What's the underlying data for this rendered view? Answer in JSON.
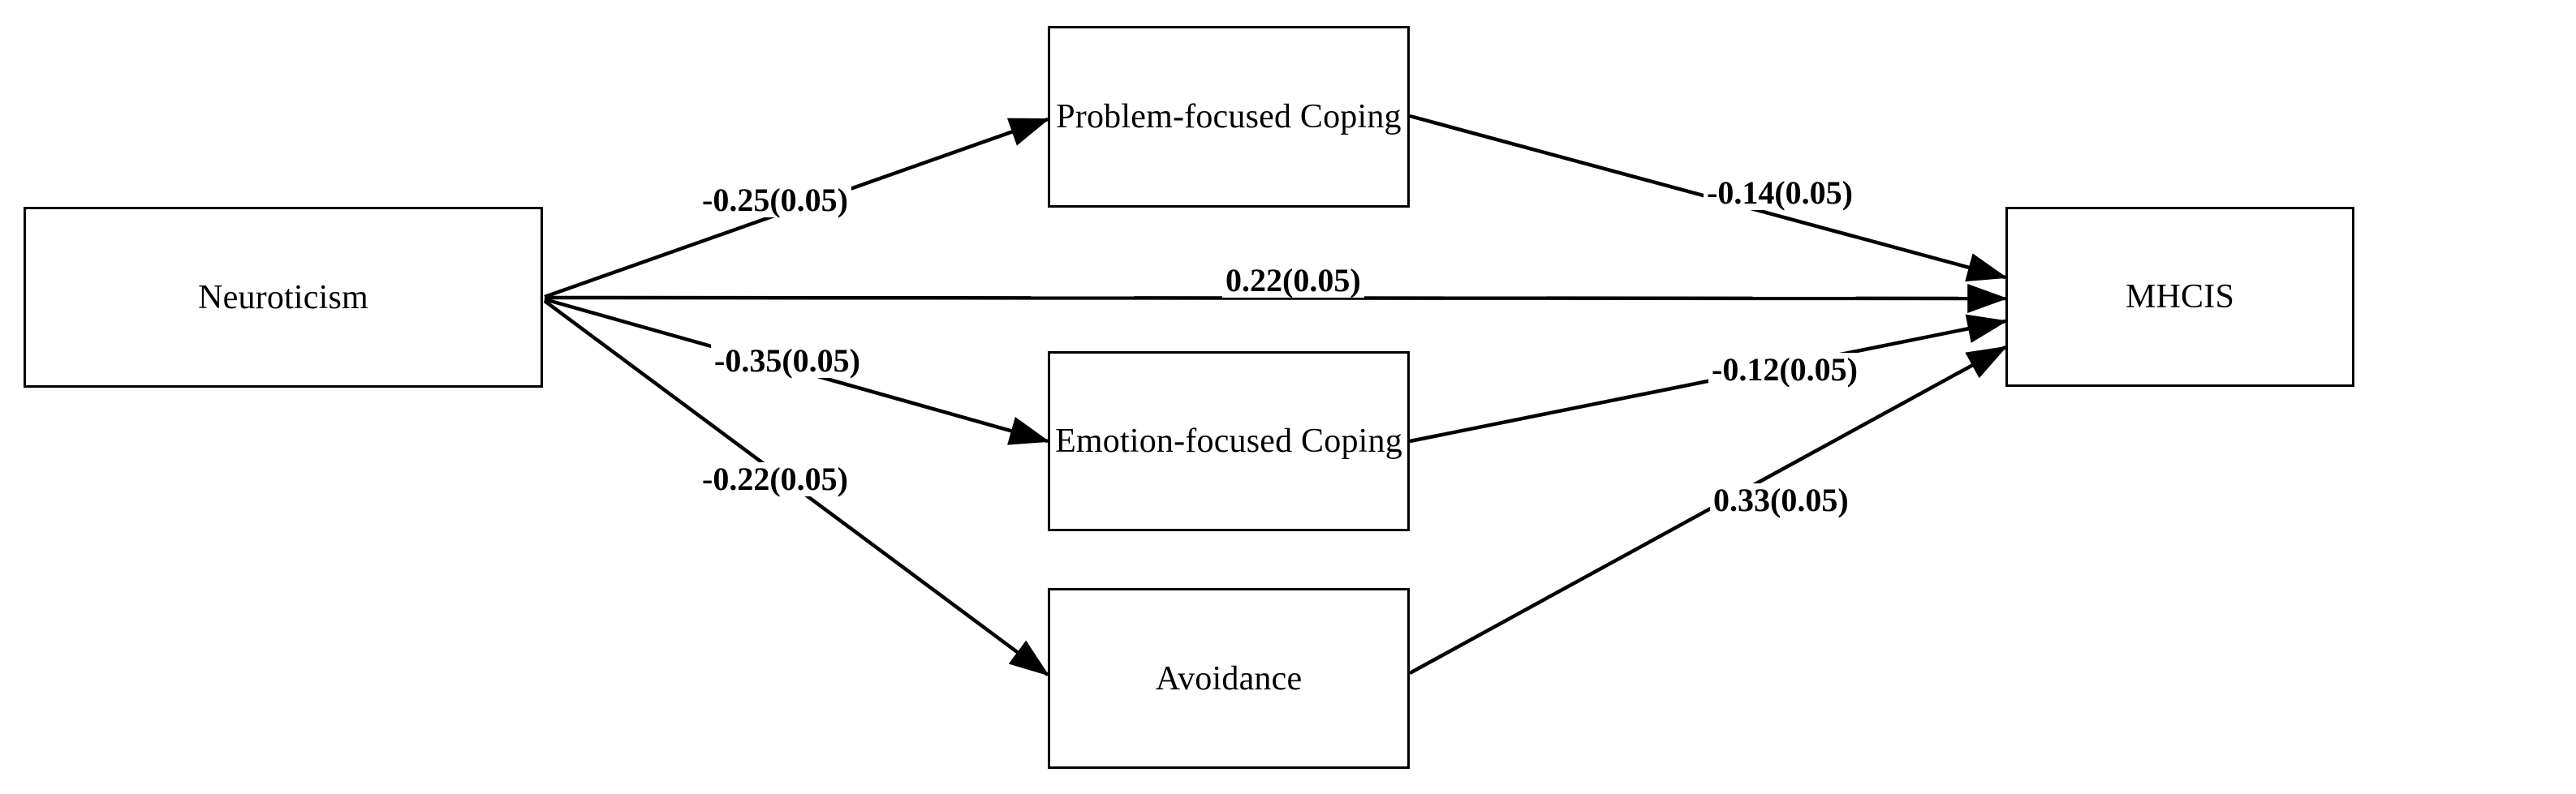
{
  "figure": {
    "type": "path-diagram",
    "title": "",
    "background_color": "#ffffff",
    "line_color": "#000000",
    "text_color": "#000000"
  },
  "nodes": [
    {
      "id": "neuroticism",
      "label": "Neuroticism",
      "role": "predictor"
    },
    {
      "id": "problem_focused_coping",
      "label": "Problem-focused Coping",
      "role": "mediator"
    },
    {
      "id": "emotion_focused_coping",
      "label": "Emotion-focused Coping",
      "role": "mediator"
    },
    {
      "id": "avoidance",
      "label": "Avoidance",
      "role": "mediator"
    },
    {
      "id": "mhcis",
      "label": "MHCIS",
      "role": "outcome"
    }
  ],
  "edges": [
    {
      "id": "n-to-pfc",
      "from": "neuroticism",
      "to": "problem_focused_coping",
      "label": "-0.25(0.05)",
      "estimate": -0.25,
      "se": 0.05
    },
    {
      "id": "n-to-efc",
      "from": "neuroticism",
      "to": "emotion_focused_coping",
      "label": "-0.35(0.05)",
      "estimate": -0.35,
      "se": 0.05
    },
    {
      "id": "n-to-avo",
      "from": "neuroticism",
      "to": "avoidance",
      "label": "-0.22(0.05)",
      "estimate": -0.22,
      "se": 0.05
    },
    {
      "id": "n-to-mhcis",
      "from": "neuroticism",
      "to": "mhcis",
      "label": "0.22(0.05)",
      "estimate": 0.22,
      "se": 0.05
    },
    {
      "id": "pfc-to-mhcis",
      "from": "problem_focused_coping",
      "to": "mhcis",
      "label": "-0.14(0.05)",
      "estimate": -0.14,
      "se": 0.05
    },
    {
      "id": "efc-to-mhcis",
      "from": "emotion_focused_coping",
      "to": "mhcis",
      "label": "-0.12(0.05)",
      "estimate": -0.12,
      "se": 0.05
    },
    {
      "id": "avo-to-mhcis",
      "from": "avoidance",
      "to": "mhcis",
      "label": "0.33(0.05)",
      "estimate": 0.33,
      "se": 0.05
    }
  ]
}
